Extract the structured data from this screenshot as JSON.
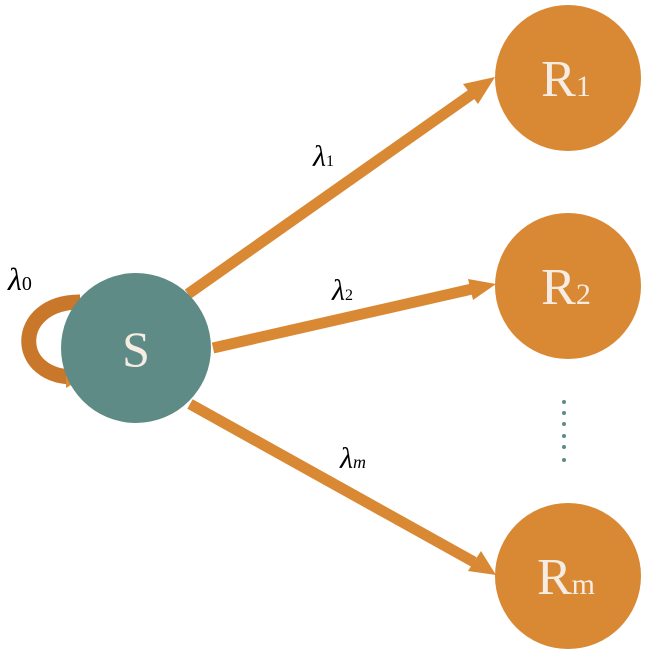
{
  "diagram": {
    "source": {
      "label": "S",
      "self_rate": {
        "symbol": "λ",
        "sub": "0"
      }
    },
    "targets": [
      {
        "id": "R1",
        "letter": "R",
        "sub": "1",
        "rate": {
          "symbol": "λ",
          "sub": "1"
        }
      },
      {
        "id": "R2",
        "letter": "R",
        "sub": "2",
        "rate": {
          "symbol": "λ",
          "sub": "2"
        }
      },
      {
        "id": "Rm",
        "letter": "R",
        "sub": "m",
        "rate": {
          "symbol": "λ",
          "sub": "m"
        }
      }
    ],
    "colors": {
      "source_fill": "#5e8b86",
      "target_fill": "#d98834",
      "arrow": "#d98834",
      "loop": "#c9772a",
      "dots": "#5e8b86",
      "label_text": "#f6ece2",
      "rate_text": "#000000"
    }
  }
}
